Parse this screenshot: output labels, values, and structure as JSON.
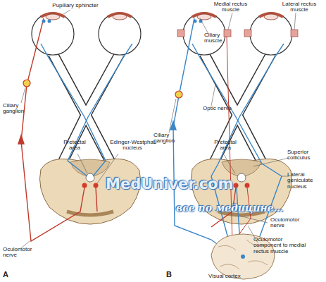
{
  "diagram": {
    "labels": [
      "Pupillary sphincter",
      "Medial rectus muscle",
      "Lateral rectus muscle",
      "Ciliary muscle",
      "Ciliary ganglion",
      "Optic nerve",
      "Ciliary ganglion",
      "Pretectal area",
      "Edinger-Westphal nucleus",
      "Pretectal area",
      "Superior colliculus",
      "Lateral geniculate nucleus",
      "MedUniver.com",
      "все по медицине…",
      "Oculomotor nerve",
      "Oculomotor nerve",
      "Oculomotor component to medial rectus muscle",
      "Visual cortex",
      "A",
      "B"
    ]
  }
}
